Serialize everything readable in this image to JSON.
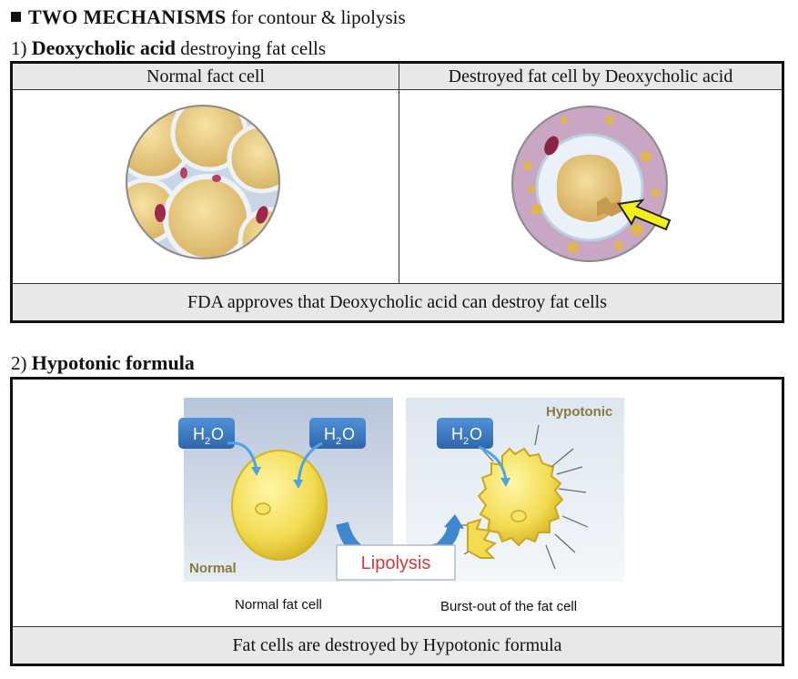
{
  "heading": {
    "bold": "TWO MECHANISMS",
    "rest": " for contour & lipolysis"
  },
  "section1": {
    "number": "1) ",
    "bold": "Deoxycholic acid",
    "rest": " destroying fat cells",
    "col_left": "Normal fact cell",
    "col_right": "Destroyed fat cell by Deoxycholic acid",
    "footer": "FDA approves that Deoxycholic acid can destroy fat cells"
  },
  "section2": {
    "number": "2) ",
    "bold": "Hypotonic formula",
    "water_label_h": "H",
    "water_label_2": "2",
    "water_label_o": "O",
    "panel_left_label": "Normal",
    "panel_right_label": "Hypotonic",
    "process_label": "Lipolysis",
    "caption_left": "Normal fat cell",
    "caption_right": "Burst-out of the fat cell",
    "footer": "Fat cells are destroyed by Hypotonic formula"
  },
  "colors": {
    "water_badge": "#3b7cc4",
    "fat_cell": "#f3dc52",
    "lipolysis_text": "#d23a3a",
    "panel_label": "#8a7a3a",
    "arrow_yellow": "#f5ec1a"
  }
}
